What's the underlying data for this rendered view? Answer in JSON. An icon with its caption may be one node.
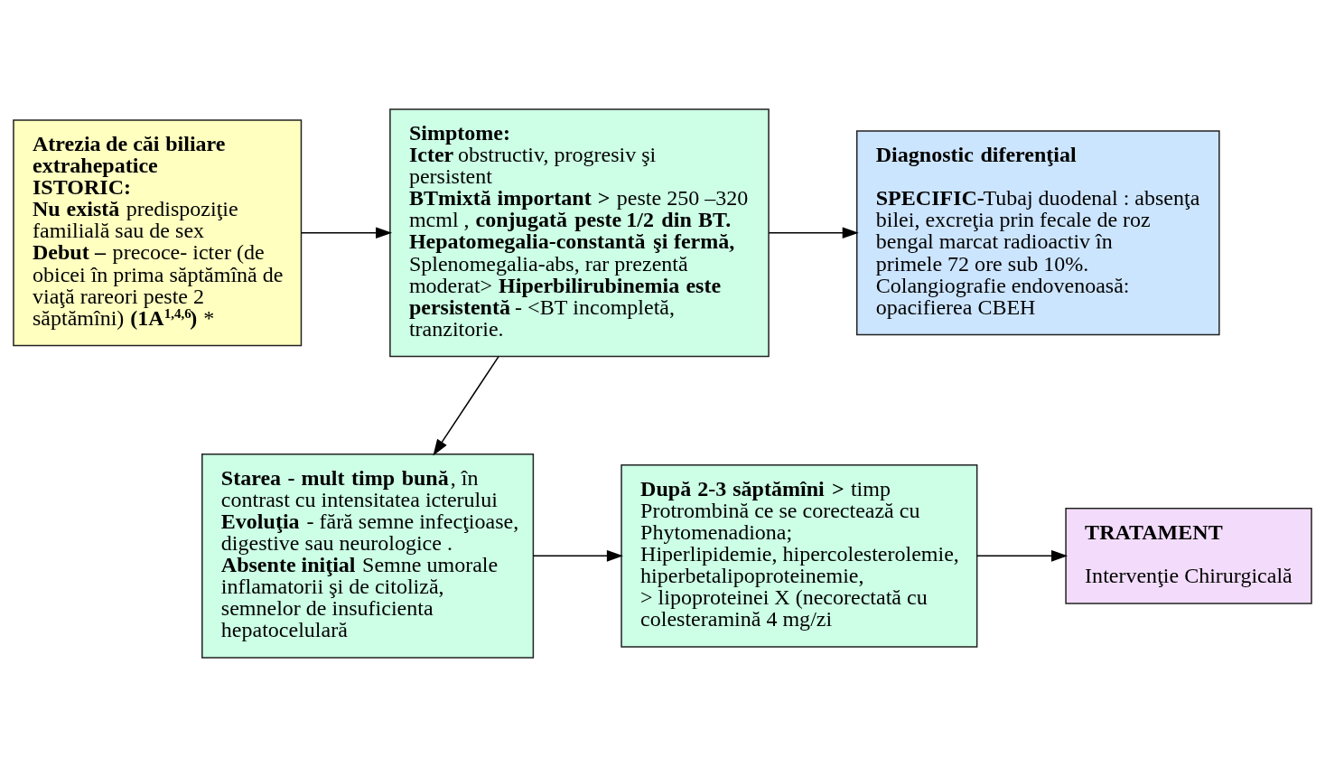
{
  "diagram": {
    "nodes": [
      {
        "text": [
          "Atrezia de căi biliare extrahepatice",
          "ISTORIC:",
          "**Nu există** predispoziţie familială sau de sex",
          "**Debut –** precoce- icter (de obicei în prima săptămînă de viaţă rareori peste 2 săptămîni) **(1A$^{1,4,6}$)** *"
        ]
      },
      {
        "text": [
          "Simptome:",
          "**Icter** obstructiv, progresiv şi persistent",
          "**BTmixtă important >** peste 250 –320 mcml , **conjugată peste 1/2 din BT.**",
          "Hepatomegalia-constantă şi fermă,",
          "Splenomegalia-abs, rar prezentă moderat> **Hiperbilirubinemia este persistentă** - <BT incompletă, tranzitorie."
        ]
      },
      {
        "text": [
          "Diagnostic diferenţial",
          "**SPECIFIC-**Tubaj duodenal : absenţa bilei, excreţia prin fecale de roz bengal marcat radioactiv în primele 72 ore sub 10%.",
          "Colangiografie endovenoasă: opacifierea CBEH"
        ]
      },
      {
        "text": [
          "**Starea - mult timp bună**, în contrast cu intensitatea icterului",
          "**Evoluţia** - fără semne infecţioase, digestive sau neurologice .",
          "**Absente iniţial** Semne umorale inflamatorii şi de citoliză, semnelor de insuficienta hepatocelulară"
        ]
      },
      {
        "text": [
          "**După 2-3 săptămîni >** timp Protrombină ce se corectează cu Phytomenadiona;",
          "Hiperlipidemie, hipercolesterolemie, hiperbetalipoproteinemie,",
          "> lipoproteinei X (necorectată cu colesteramină 4 mg/zi"
        ]
      },
      {
        "text": [
          "TRATAMENT",
          "Intervenţie Chirurgicală"
        ]
      }
    ],
    "edges": [
      {
        "from": 0,
        "to": 1,
        "arrow": "to"
      },
      {
        "from": 1,
        "to": 2,
        "arrow": "to"
      },
      {
        "from": 1,
        "to": 3,
        "arrow": "to"
      },
      {
        "from": 3,
        "to": 4,
        "arrow": "to"
      },
      {
        "from": 4,
        "to": 5,
        "arrow": "to"
      }
    ]
  }
}
